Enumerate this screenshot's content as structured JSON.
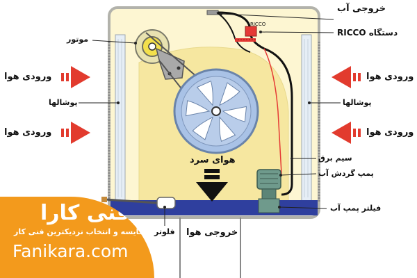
{
  "labels": {
    "water_outlet": "خروجی آب",
    "ricco_device": "دستگاه RICCO",
    "ricco_tag": "RICCO",
    "motor": "موتور",
    "air_inlet_left_top": "ورودی هوا",
    "air_inlet_left_bottom": "ورودی هوا",
    "air_inlet_right_top": "ورودی هوا",
    "air_inlet_right_bottom": "ورودی هوا",
    "pads_left": "پوشالها",
    "pads_right": "پوشالها",
    "cold_air": "هوای سرد",
    "power_wire": "سیم برق",
    "water_pump": "پمپ گردش آب",
    "pump_filter": "فیلتر پمپ آب",
    "float": "فلوتر",
    "air_outlet": "خروجی هوا"
  },
  "branding": {
    "logo": "فنی کارا",
    "tagline": "مقایسه و انتخاب نزدیکترین  فنی کار",
    "url": "Fanikara.com"
  },
  "colors": {
    "housing_fill": "#fdf6d2",
    "housing_border": "#b2b2ab",
    "fan_housing": "#f6e7a0",
    "fan_wheel": "#a9c2e6",
    "fan_blade": "#ffffff",
    "arrow_red": "#e23b2e",
    "water": "#2f3f9e",
    "pump": "#6f9a8c",
    "wire": "#e53935",
    "ricco": "#e53935",
    "brand_orange": "#f39a1c"
  }
}
